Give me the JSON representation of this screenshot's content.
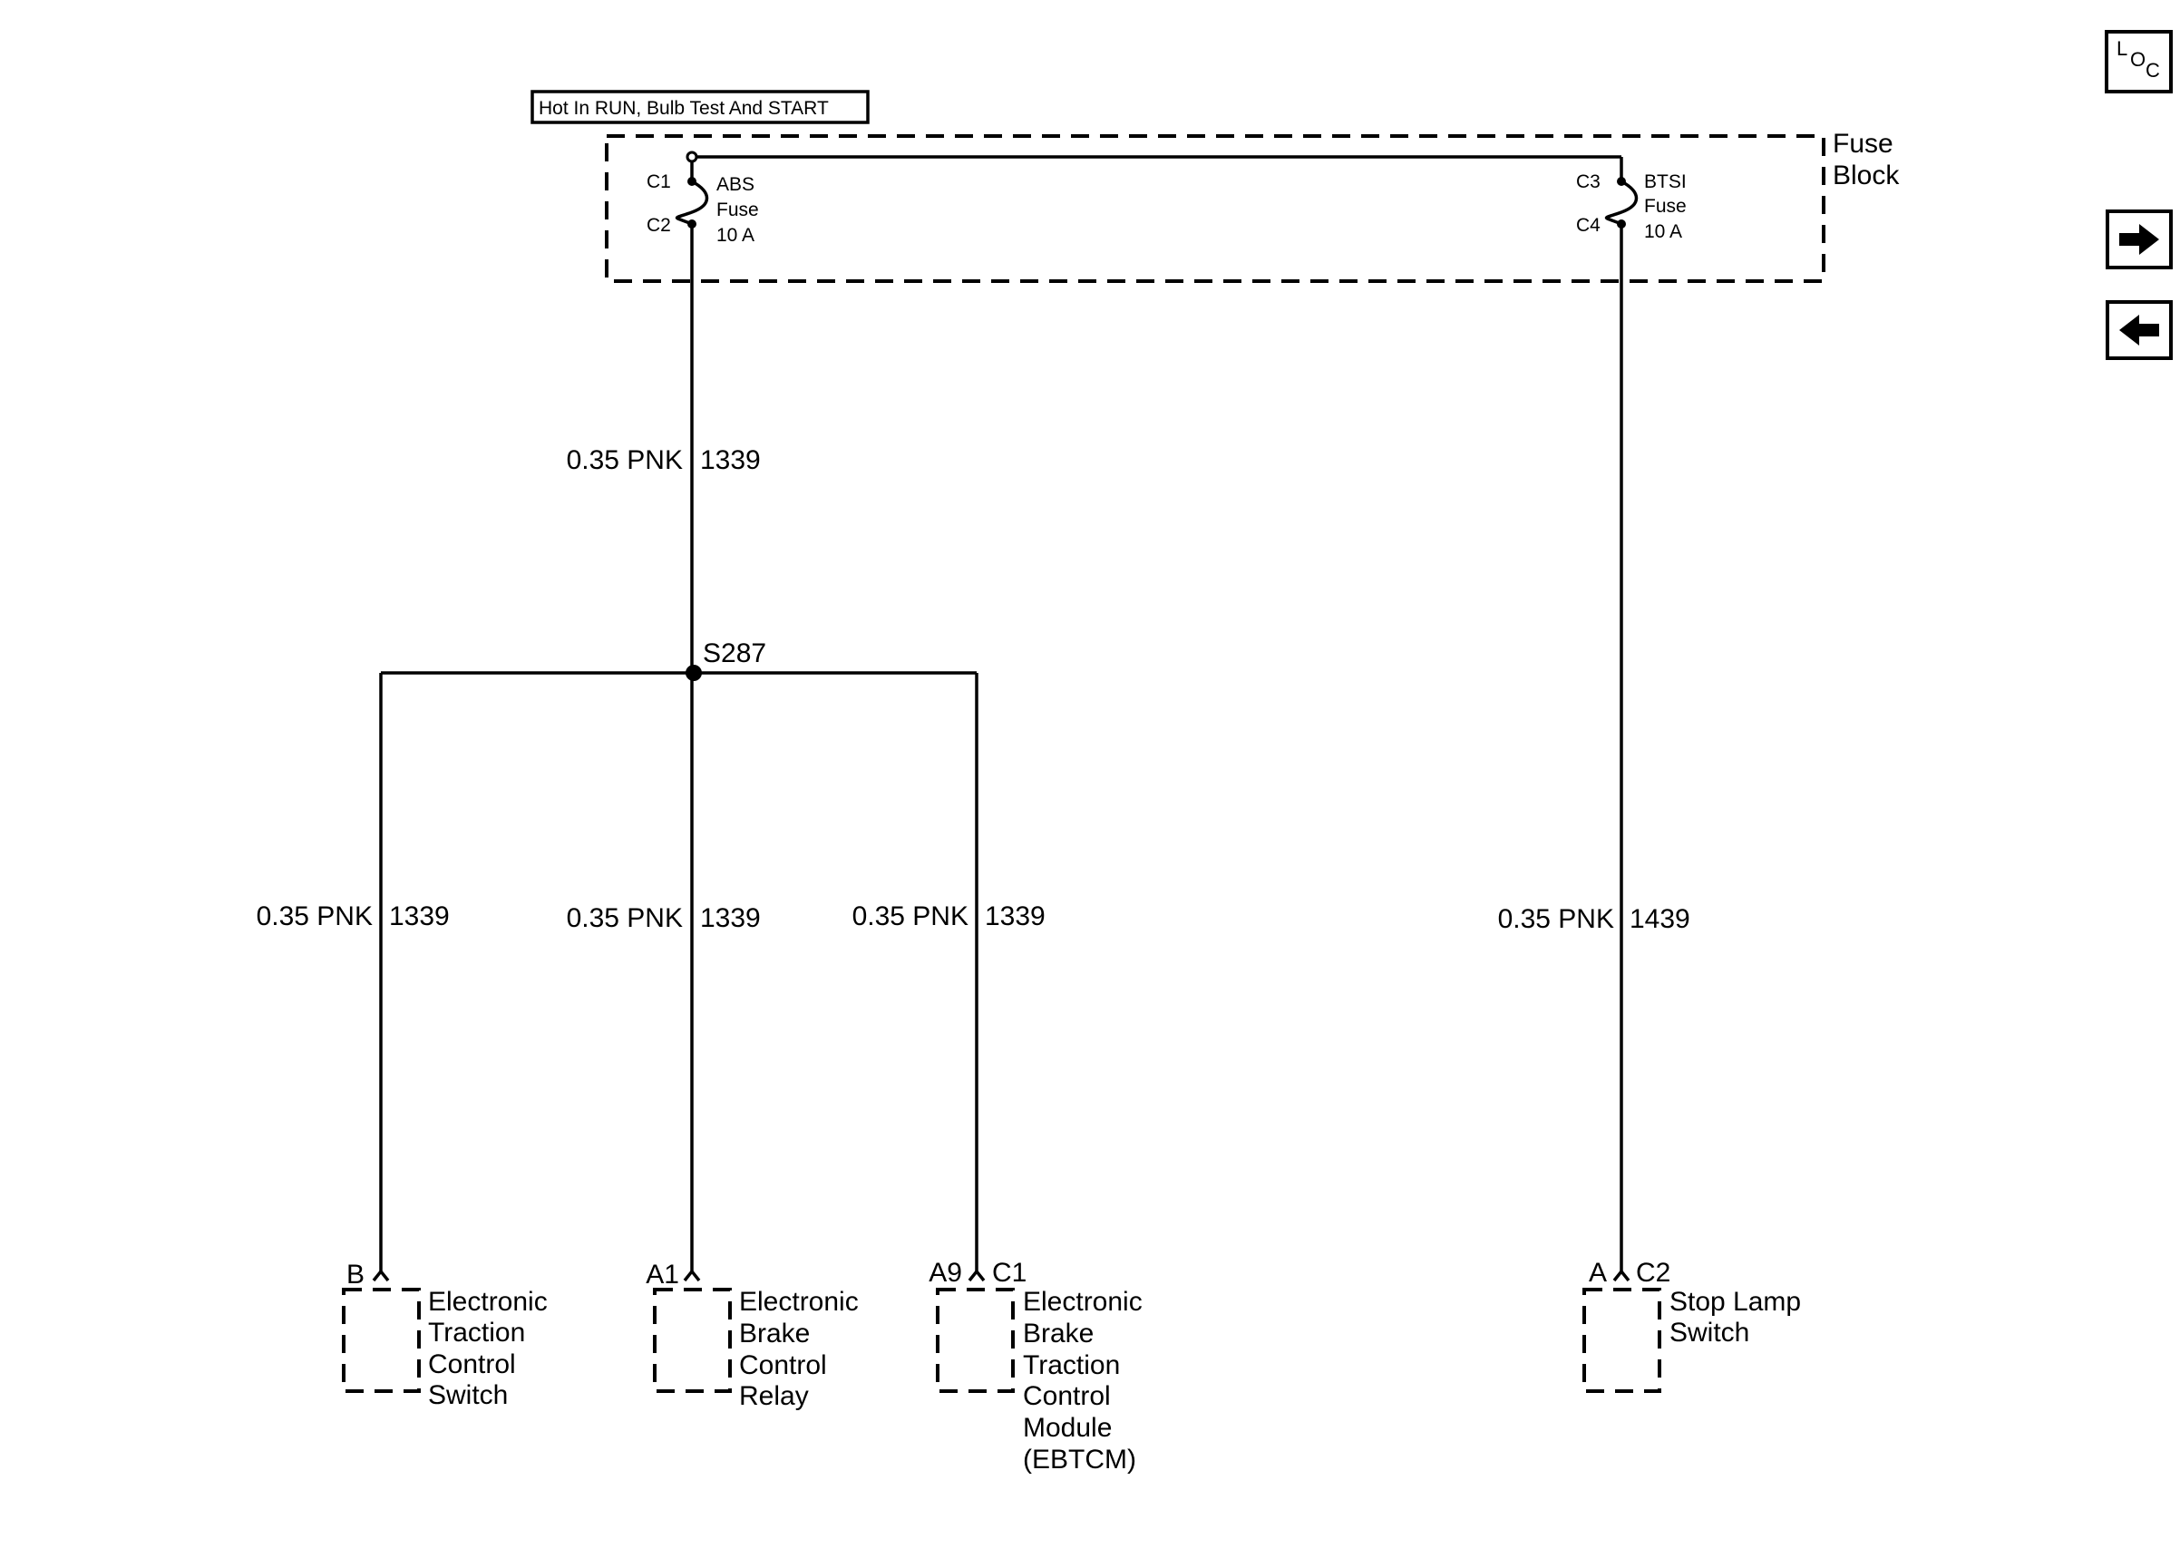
{
  "power_label": "Hot In RUN, Bulb Test And START",
  "fuse_block": {
    "line1": "Fuse",
    "line2": "Block"
  },
  "fuses": [
    {
      "in_pin": "C1",
      "out_pin": "C2",
      "name": "ABS",
      "type": "Fuse",
      "rating": "10 A"
    },
    {
      "in_pin": "C3",
      "out_pin": "C4",
      "name": "BTSI",
      "type": "Fuse",
      "rating": "10 A"
    }
  ],
  "splice": "S287",
  "wires": {
    "abs_feed": {
      "size_color": "0.35 PNK",
      "circuit": "1339"
    },
    "branch_switch": {
      "size_color": "0.35 PNK",
      "circuit": "1339"
    },
    "branch_relay": {
      "size_color": "0.35 PNK",
      "circuit": "1339"
    },
    "branch_module": {
      "size_color": "0.35 PNK",
      "circuit": "1339"
    },
    "btsi_feed": {
      "size_color": "0.35 PNK",
      "circuit": "1439"
    }
  },
  "components": [
    {
      "pin": "B",
      "connector": "",
      "lines": [
        "Electronic",
        "Traction",
        "Control",
        "Switch"
      ]
    },
    {
      "pin": "A1",
      "connector": "",
      "lines": [
        "Electronic",
        "Brake",
        "Control",
        "Relay"
      ]
    },
    {
      "pin": "A9",
      "connector": "C1",
      "lines": [
        "Electronic",
        "Brake",
        "Traction",
        "Control",
        "Module",
        "(EBTCM)"
      ]
    },
    {
      "pin": "A",
      "connector": "C2",
      "lines": [
        "Stop Lamp",
        "Switch"
      ]
    }
  ],
  "nav": {
    "loc_letters": [
      "L",
      "O",
      "C"
    ],
    "forward_icon": "arrow-right-icon",
    "back_icon": "arrow-left-icon"
  }
}
